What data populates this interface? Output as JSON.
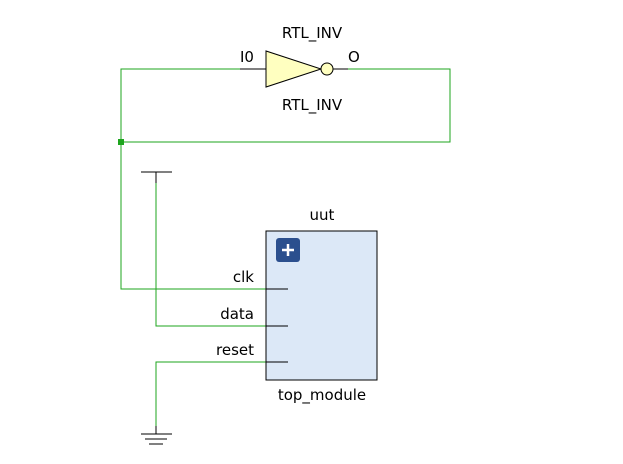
{
  "inverter": {
    "cell_name": "RTL_INV",
    "instance_name": "RTL_INV",
    "input_pin": "I0",
    "output_pin": "O"
  },
  "module": {
    "instance_name": "uut",
    "cell_name": "top_module",
    "expand_icon": "plus-icon",
    "ports": [
      "clk",
      "data",
      "reset"
    ]
  },
  "icons": {
    "vcc": "vcc-icon",
    "gnd": "ground-icon"
  },
  "colors": {
    "wire": "#1ea51e",
    "module_fill": "#dce8f7",
    "inverter_fill": "#ffffc0",
    "expand_button": "#2b4f8e"
  }
}
